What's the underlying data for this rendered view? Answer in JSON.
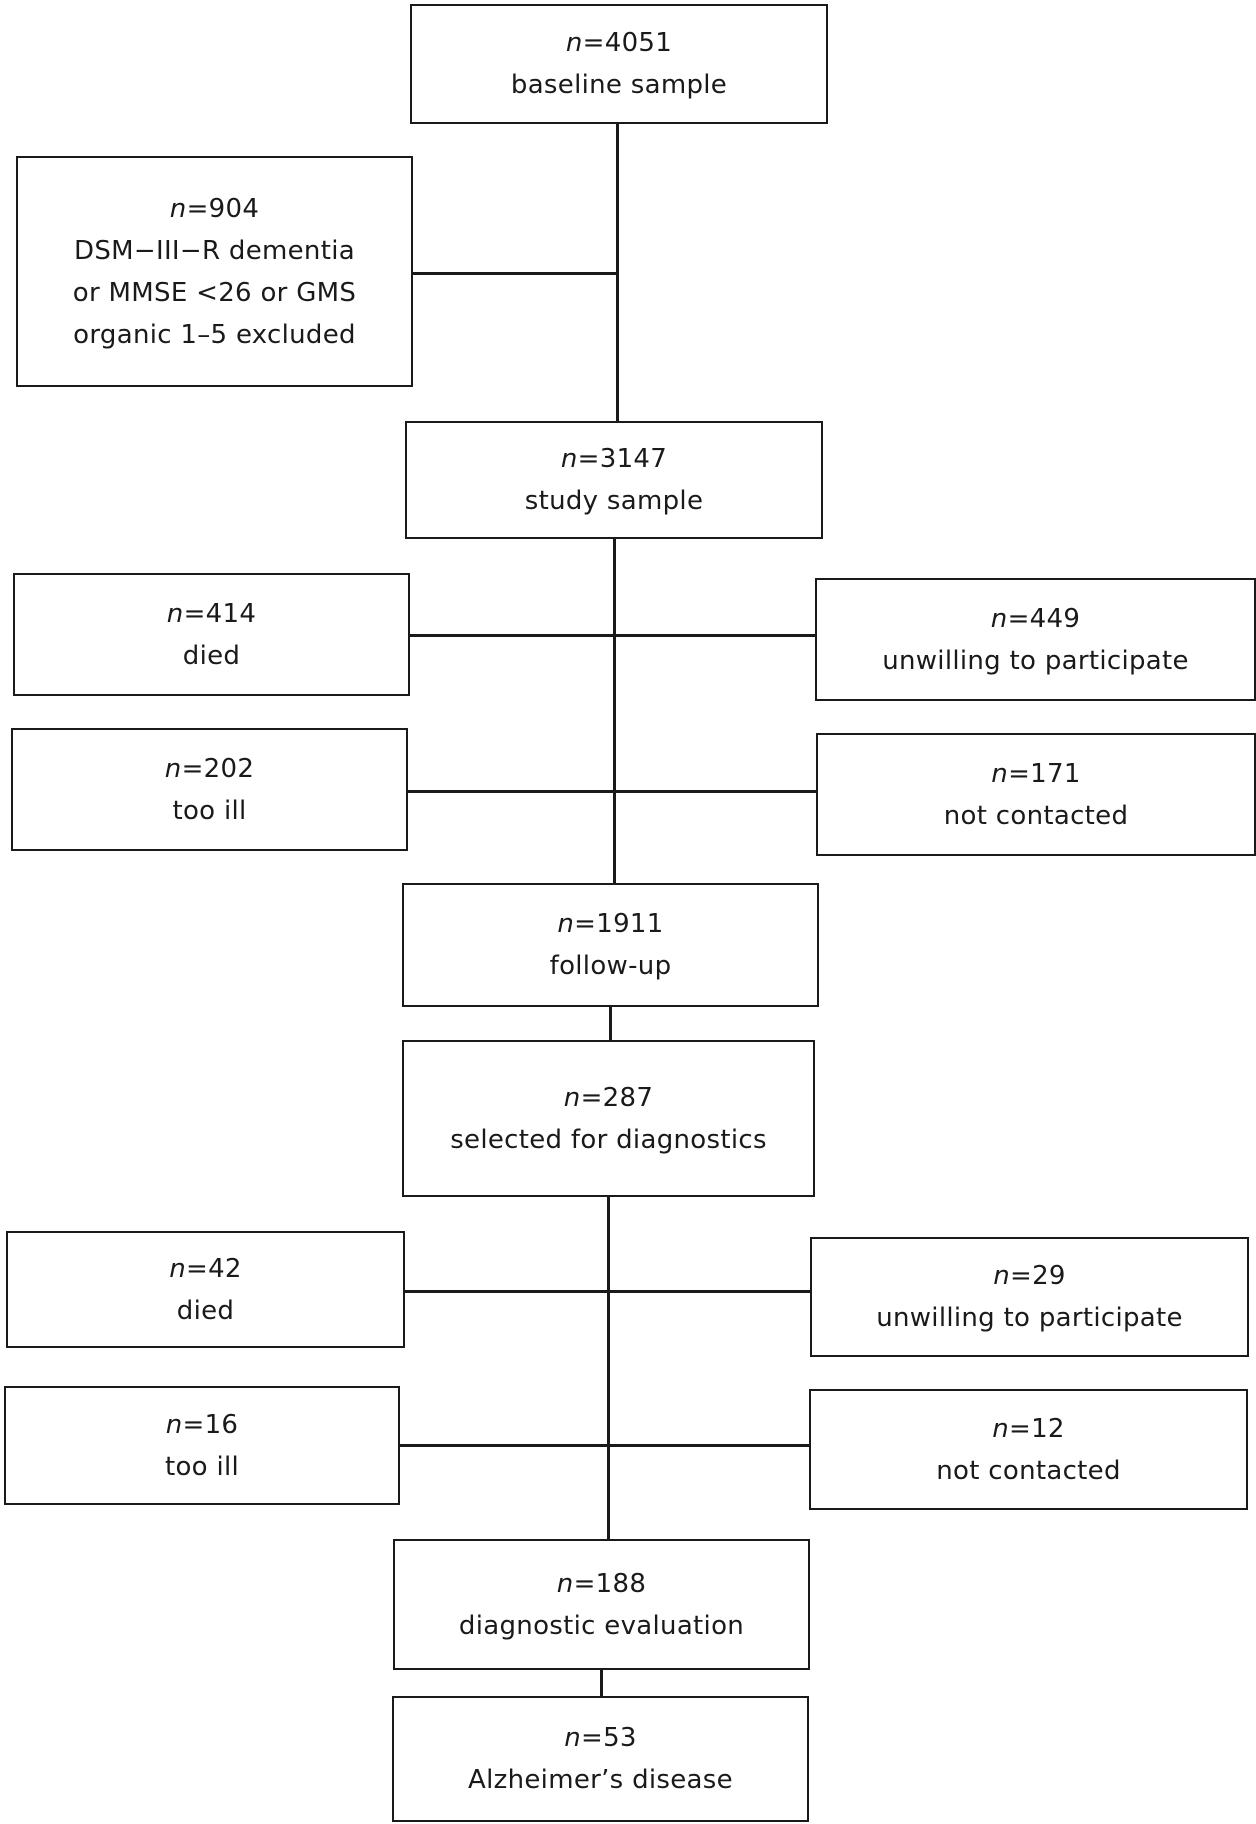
{
  "flowchart": {
    "baseline": {
      "count": "4051",
      "lines": [
        "baseline sample"
      ]
    },
    "excluded": {
      "count": "904",
      "lines": [
        "DSM−III−R dementia",
        "or MMSE <26 or GMS",
        "organic 1–5 excluded"
      ]
    },
    "study": {
      "count": "3147",
      "lines": [
        "study sample"
      ]
    },
    "died1": {
      "count": "414",
      "lines": [
        "died"
      ]
    },
    "unwilling1": {
      "count": "449",
      "lines": [
        "unwilling to participate"
      ]
    },
    "ill1": {
      "count": "202",
      "lines": [
        "too ill"
      ]
    },
    "notcontacted1": {
      "count": "171",
      "lines": [
        "not contacted"
      ]
    },
    "followup": {
      "count": "1911",
      "lines": [
        "follow-up"
      ]
    },
    "selected": {
      "count": "287",
      "lines": [
        "selected for diagnostics"
      ]
    },
    "died2": {
      "count": "42",
      "lines": [
        "died"
      ]
    },
    "unwilling2": {
      "count": "29",
      "lines": [
        "unwilling to participate"
      ]
    },
    "ill2": {
      "count": "16",
      "lines": [
        "too ill"
      ]
    },
    "notcontacted2": {
      "count": "12",
      "lines": [
        "not contacted"
      ]
    },
    "diagnostic": {
      "count": "188",
      "lines": [
        "diagnostic evaluation"
      ]
    },
    "alzheimer": {
      "count": "53",
      "lines": [
        "Alzheimer’s disease"
      ]
    }
  }
}
